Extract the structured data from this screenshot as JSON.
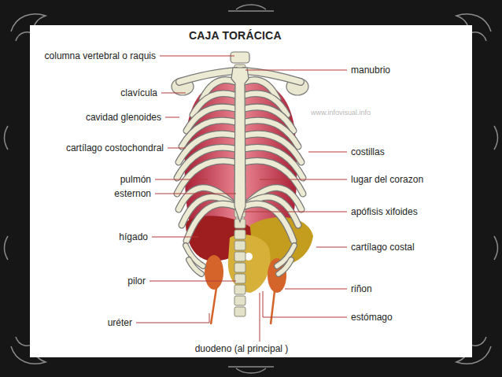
{
  "diagram": {
    "title": "CAJA TORÁCICA",
    "labels": [
      "columna vertebral o raquis",
      "clavícula",
      "cavidad glenoides",
      "cartílago costochondral",
      "pulmón",
      "esternon",
      "hígado",
      "pilor",
      "uréter",
      "duodeno (al principal )",
      "manubrio",
      "costillas",
      "lugar del corazon",
      "apófisis xifoides",
      "cartílago costal",
      "riñon",
      "estómago",
      "www.infovisual.info"
    ]
  }
}
